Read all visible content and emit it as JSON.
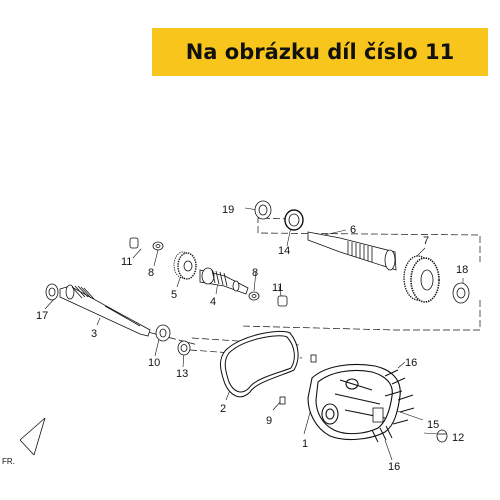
{
  "banner": {
    "text": "Na obrázku díl číslo 11"
  },
  "direction_label": "FR.",
  "callouts": [
    "1",
    "2",
    "3",
    "4",
    "5",
    "6",
    "7",
    "8",
    "8",
    "9",
    "10",
    "11",
    "11",
    "12",
    "13",
    "14",
    "15",
    "16",
    "16",
    "17",
    "18",
    "19"
  ],
  "colors": {
    "banner": "#f7c51b",
    "ink": "#111111"
  }
}
